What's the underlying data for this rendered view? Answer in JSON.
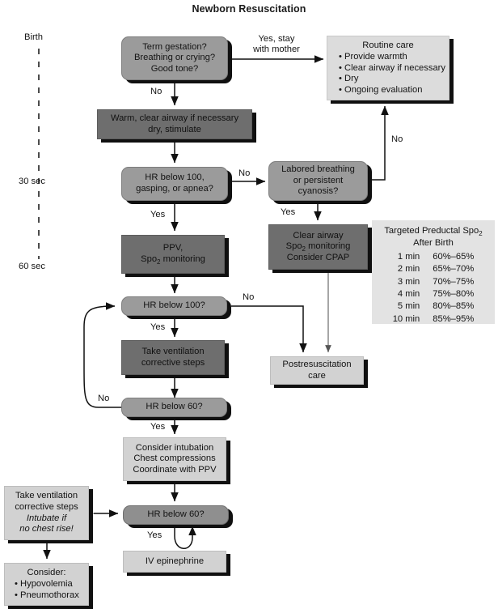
{
  "title": "Newborn Resuscitation",
  "timeline": {
    "birth": "Birth",
    "t30": "30 sec",
    "t60": "60 sec"
  },
  "nodes": {
    "term_gestation": {
      "lines": [
        "Term gestation?",
        "Breathing or crying?",
        "Good tone?"
      ]
    },
    "routine_care": {
      "heading": "Routine care",
      "items": [
        "• Provide warmth",
        "• Clear airway if necessary",
        "• Dry",
        "• Ongoing evaluation"
      ]
    },
    "warm_clear": {
      "lines": [
        "Warm, clear airway if necessary",
        "dry, stimulate"
      ]
    },
    "hr_below_100_gasping": {
      "lines": [
        "HR below 100,",
        "gasping, or apnea?"
      ]
    },
    "labored_breathing": {
      "lines": [
        "Labored breathing",
        "or persistent",
        "cyanosis?"
      ]
    },
    "ppv": {
      "line1": "PPV,",
      "line2_pre": "Spo",
      "line2_sub": "2",
      "line2_post": " monitoring"
    },
    "clear_airway": {
      "line1": "Clear airway",
      "line2_pre": "Spo",
      "line2_sub": "2",
      "line2_post": " monitoring",
      "line3": "Consider CPAP"
    },
    "hr_below_100": {
      "lines": [
        "HR below 100?"
      ]
    },
    "take_vent_steps": {
      "lines": [
        "Take ventilation",
        "corrective steps"
      ]
    },
    "hr_below_60_a": {
      "lines": [
        "HR below 60?"
      ]
    },
    "postresuscitation": {
      "lines": [
        "Postresuscitation",
        "care"
      ]
    },
    "consider_intubation": {
      "lines": [
        "Consider intubation",
        "Chest compressions",
        "Coordinate with PPV"
      ]
    },
    "hr_below_60_b": {
      "lines": [
        "HR below 60?"
      ]
    },
    "iv_epinephrine": {
      "lines": [
        "IV epinephrine"
      ]
    },
    "take_vent_steps_left": {
      "lines": [
        "Take ventilation",
        "corrective steps"
      ],
      "italic_lines": [
        "Intubate if",
        "no chest rise!"
      ]
    },
    "consider_causes": {
      "heading": "Consider:",
      "items": [
        "• Hypovolemia",
        "• Pneumothorax"
      ]
    }
  },
  "edge_labels": {
    "yes_stay_mother_l1": "Yes, stay",
    "yes_stay_mother_l2": "with mother",
    "no_1": "No",
    "no_routine": "No",
    "no_labored": "No",
    "yes_ppv": "Yes",
    "yes_clear_airway": "Yes",
    "no_postresus": "No",
    "yes_take_steps": "Yes",
    "no_loop": "No",
    "yes_intubation": "Yes",
    "yes_epi": "Yes"
  },
  "spo2_table": {
    "heading_pre": "Targeted Preductal Spo",
    "heading_sub": "2",
    "heading_line2": "After Birth",
    "rows": [
      {
        "time": "1 min",
        "range": "60%–65%"
      },
      {
        "time": "2 min",
        "range": "65%–70%"
      },
      {
        "time": "3 min",
        "range": "70%–75%"
      },
      {
        "time": "4 min",
        "range": "75%–80%"
      },
      {
        "time": "5 min",
        "range": "80%–85%"
      },
      {
        "time": "10 min",
        "range": "85%–95%"
      }
    ]
  },
  "colors": {
    "decision_gray": "#9b9b9b",
    "process_dark": "#6e6e6e",
    "process_light": "#d2d2d2",
    "panel_light": "#e3e3e3",
    "shadow": "#101010",
    "line": "#111111"
  }
}
